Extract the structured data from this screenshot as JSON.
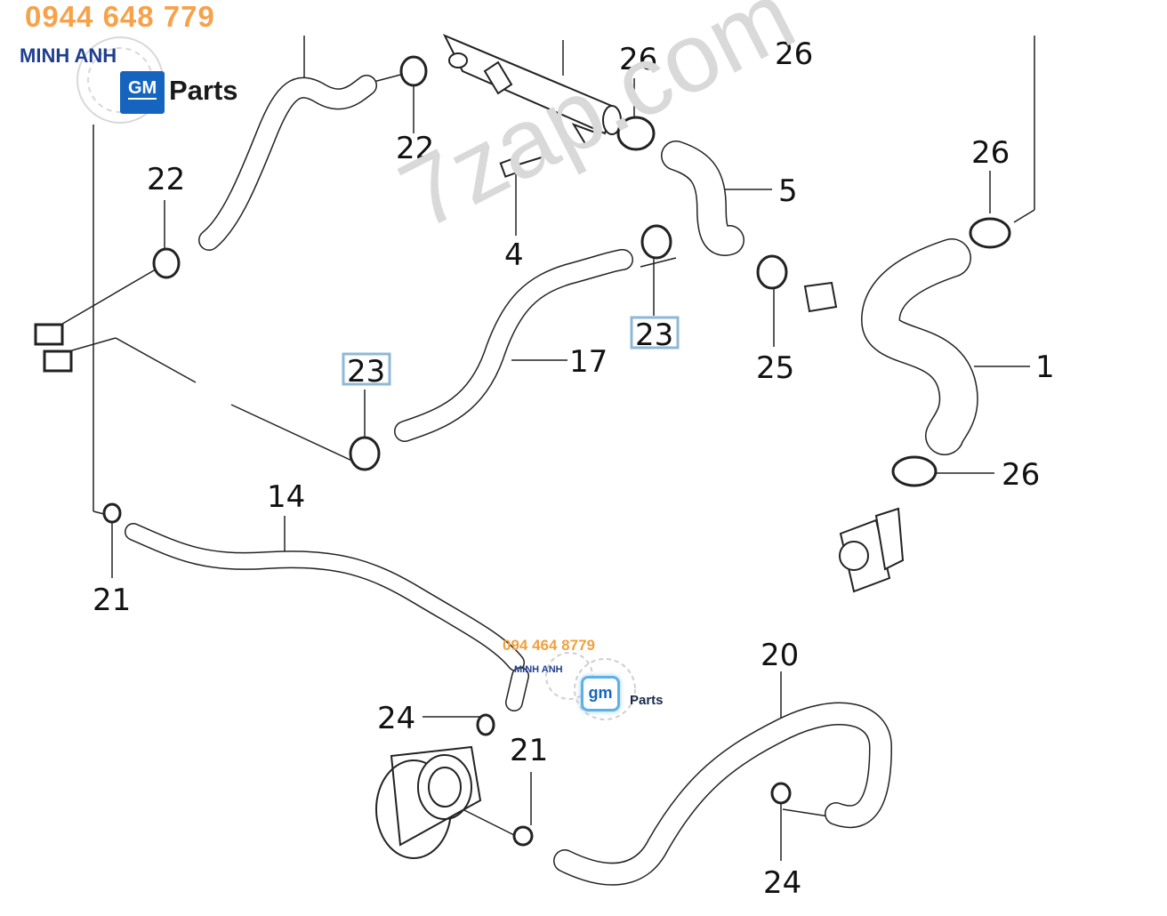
{
  "watermark": {
    "phone_top": "0944 648 779",
    "brand_top": "MINH ANH",
    "gm_badge": "GM",
    "parts_top": "Parts",
    "site": "7zap.com",
    "phone_mid": "094 464 8779",
    "brand_mid": "MINH ANH",
    "gm_mid": "gm",
    "parts_mid": "Parts"
  },
  "callouts": {
    "c26_top": "26",
    "c26_topright": "26",
    "c26_right": "26",
    "c26_lower": "26",
    "c22_top": "22",
    "c22_left": "22",
    "c5": "5",
    "c4": "4",
    "c23_right": "23",
    "c23_left": "23",
    "c17": "17",
    "c25": "25",
    "c1": "1",
    "c14": "14",
    "c21_left": "21",
    "c21_bottom": "21",
    "c20": "20",
    "c24_left": "24",
    "c24_bottom": "24"
  },
  "highlight_color": "#8fb8d8"
}
